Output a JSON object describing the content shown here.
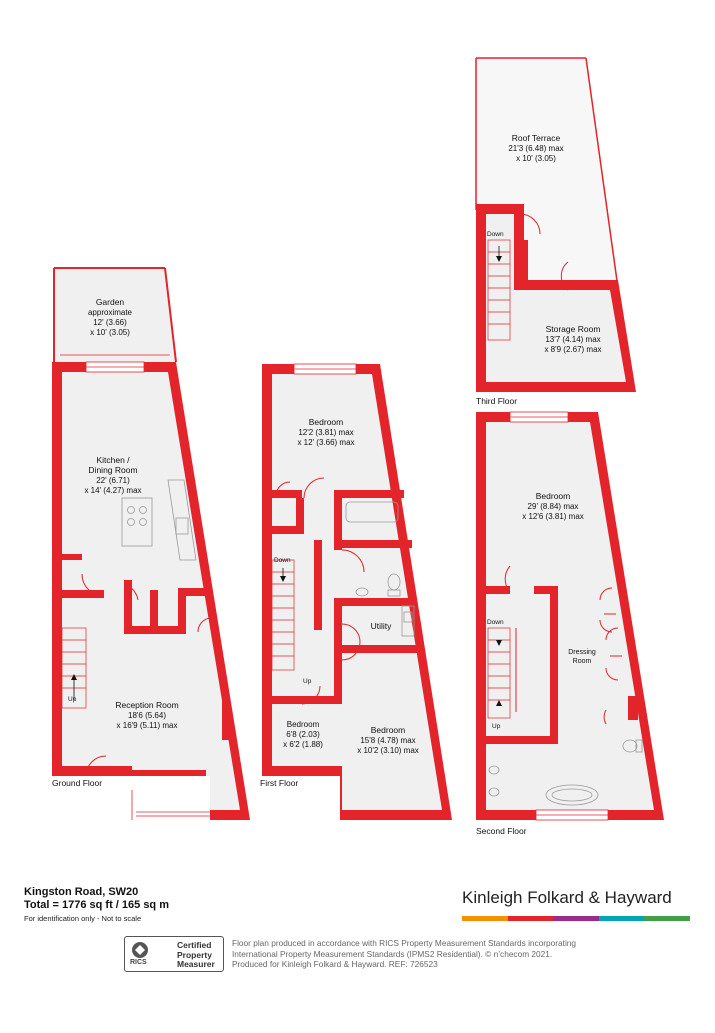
{
  "rooms": {
    "garden": [
      "Garden",
      "approximate",
      "12' (3.66)",
      "x 10' (3.05)"
    ],
    "kitchen": [
      "Kitchen /",
      "Dining Room",
      "22' (6.71)",
      "x 14' (4.27) max"
    ],
    "reception": [
      "Reception Room",
      "18'6 (5.64)",
      "x 16'9 (5.11) max"
    ],
    "bedroom1": [
      "Bedroom",
      "12'2 (3.81) max",
      "x 12' (3.66) max"
    ],
    "bedroom_small": [
      "Bedroom",
      "6'8 (2.03)",
      "x 6'2 (1.88)"
    ],
    "bedroom2": [
      "Bedroom",
      "15'8 (4.78) max",
      "x 10'2 (3.10) max"
    ],
    "utility": [
      "Utility"
    ],
    "bedroom_main": [
      "Bedroom",
      "29' (8.84) max",
      "x 12'6 (3.81) max"
    ],
    "dressing": [
      "Dressing",
      "Room"
    ],
    "roof_terrace": [
      "Roof Terrace",
      "21'3 (6.48) max",
      "x 10' (3.05)"
    ],
    "storage": [
      "Storage Room",
      "13'7 (4.14) max",
      "x 8'9 (2.67) max"
    ]
  },
  "floors": {
    "ground": "Ground Floor",
    "first": "First Floor",
    "second": "Second Floor",
    "third": "Third Floor"
  },
  "stair_labels": {
    "up": "Up",
    "down": "Down"
  },
  "footer": {
    "address": "Kingston Road, SW20",
    "total": "Total = 1776 sq ft / 165 sq m",
    "note": "For identification only - Not to scale",
    "brand": "Kinleigh Folkard & Hayward",
    "brand_colors": [
      "#f39200",
      "#e3242b",
      "#9c2a8c",
      "#00a6b4",
      "#43a047"
    ],
    "badge_line1": "Certified",
    "badge_line2": "Property",
    "badge_line3": "Measurer",
    "badge_org": "RICS",
    "disclaimer_lines": [
      "Floor plan produced in accordance with RICS Property Measurement Standards incorporating",
      "International Property Measurement Standards (IPMS2 Residential).  © n’checom 2021.",
      "Produced for Kinleigh Folkard & Hayward.   REF: 726523"
    ]
  }
}
